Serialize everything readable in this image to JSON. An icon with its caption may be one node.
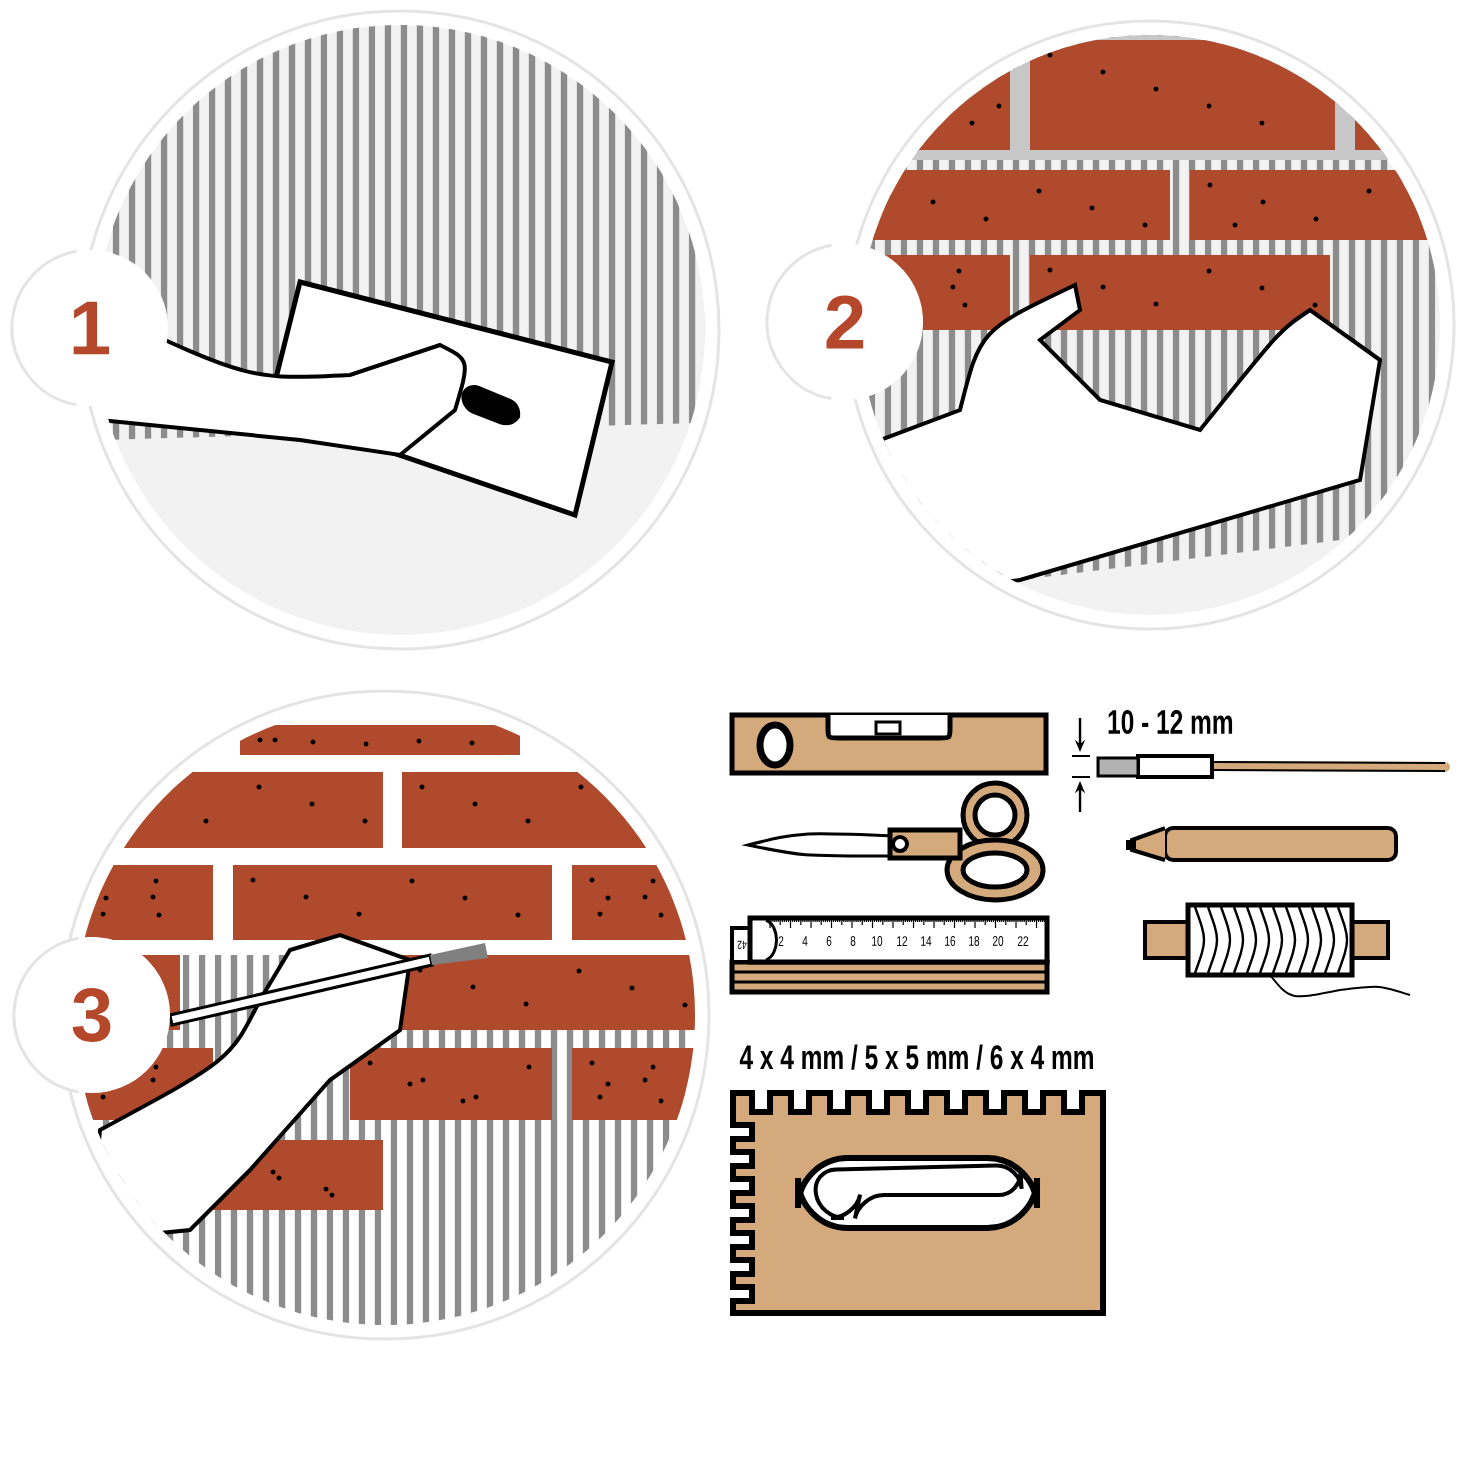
{
  "diagram": {
    "labels": [
      "1",
      "2",
      "3",
      "10 - 12 mm",
      "2",
      "4",
      "6",
      "8",
      "10",
      "12",
      "14",
      "16",
      "18",
      "20",
      "22",
      "42",
      "4 x 4 mm / 5 x 5 mm / 6 x 4 mm"
    ]
  }
}
